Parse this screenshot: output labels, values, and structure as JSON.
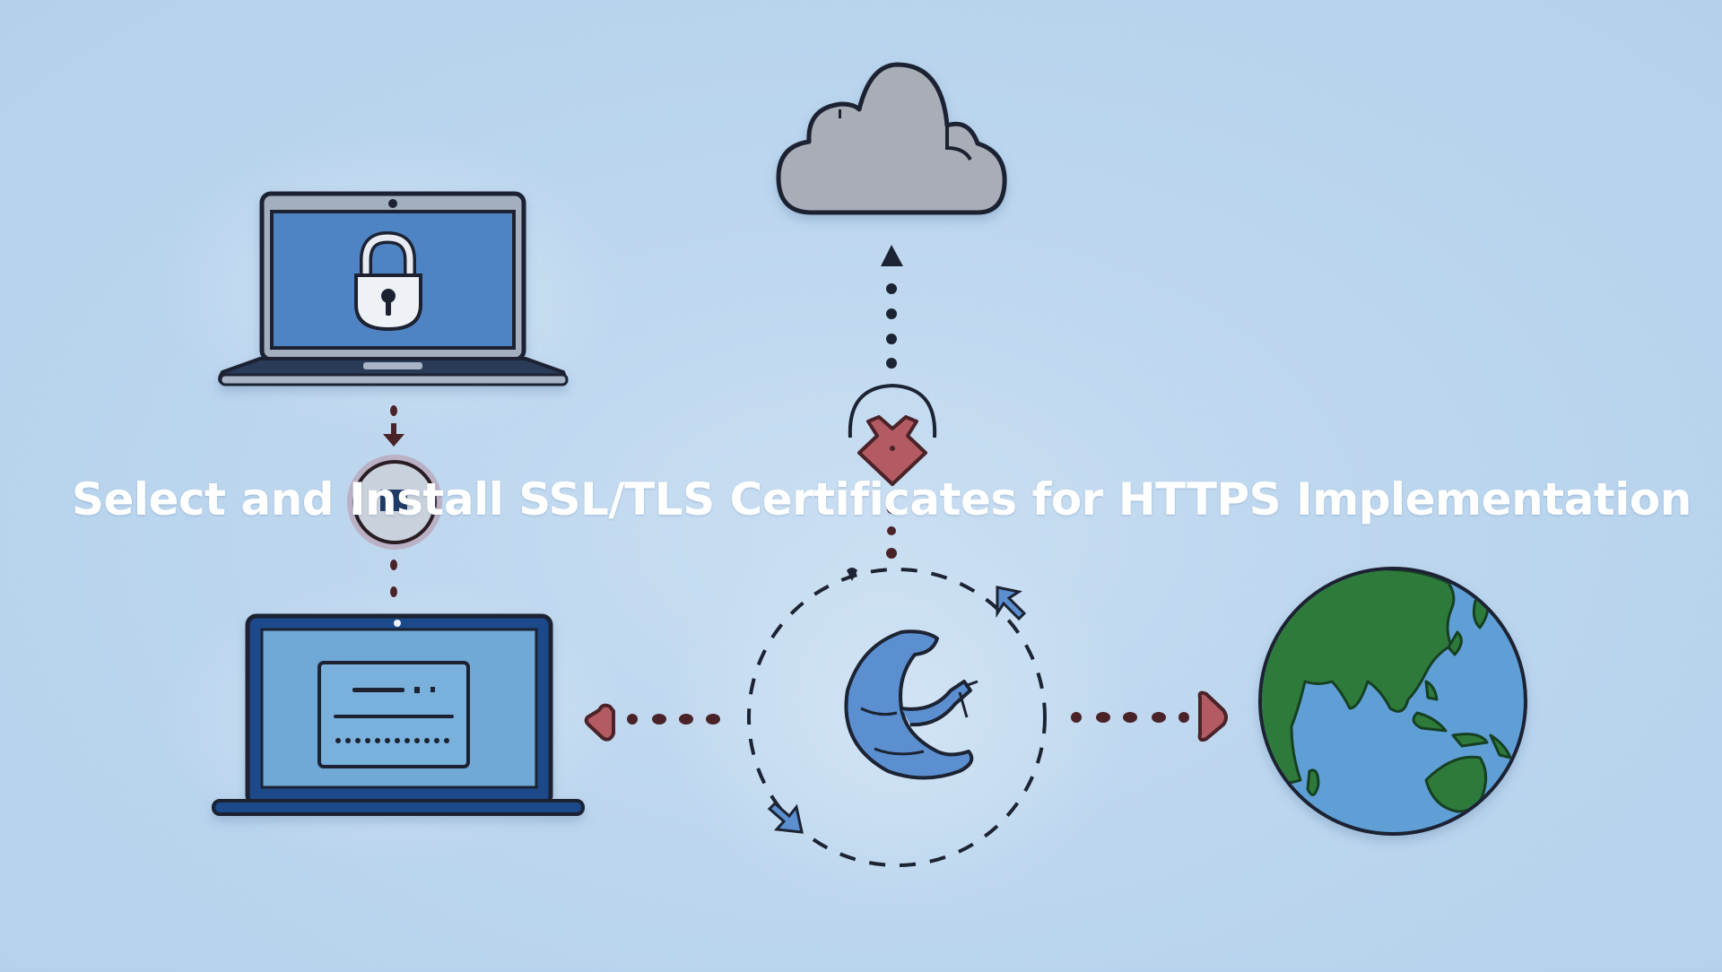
{
  "title": "Select and Install SSL/TLS Certificates for HTTPS Implementation",
  "illustration": {
    "nodes": [
      {
        "name": "secure-laptop",
        "icon": "padlock-icon"
      },
      {
        "name": "certificate-badge",
        "icon": "certificate-icon"
      },
      {
        "name": "login-laptop",
        "icon": "password-form-icon"
      },
      {
        "name": "cloud",
        "icon": "cloud-icon"
      },
      {
        "name": "certificate-ribbon",
        "icon": "ribbon-icon"
      },
      {
        "name": "encryption-hub",
        "icon": "crescent-figure-icon"
      },
      {
        "name": "globe",
        "icon": "globe-icon"
      }
    ],
    "colors": {
      "background": "#b7d3ec",
      "outline": "#1c2333",
      "laptop_screen": "#4f84c4",
      "laptop_frame_top": "#9aa6b8",
      "laptop_frame_bottom": "#1f4a8a",
      "login_screen": "#6fa8d6",
      "accent_red": "#b45a63",
      "cloud_fill": "#a9adb7",
      "globe_ocean": "#5f9fd6",
      "globe_land": "#2f7a3a",
      "title_text": "#ffffff"
    }
  }
}
